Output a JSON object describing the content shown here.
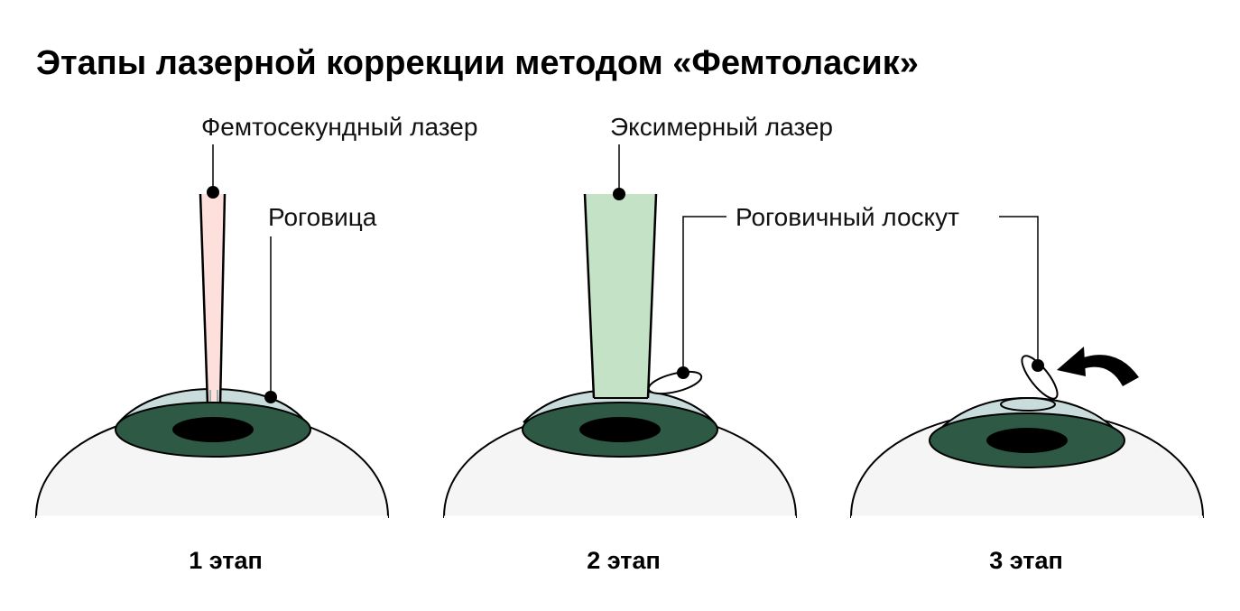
{
  "title": "Этапы лазерной коррекции методом «Фемтоласик»",
  "labels": {
    "femto_laser": "Фемтосекундный лазер",
    "cornea": "Роговица",
    "excimer_laser": "Эксимерный лазер",
    "corneal_flap": "Роговичный лоскут"
  },
  "stages": [
    {
      "label": "1 этап"
    },
    {
      "label": "2 этап"
    },
    {
      "label": "3 этап"
    }
  ],
  "colors": {
    "femto_beam": "#fde0dc",
    "excimer_beam": "#c3e2c6",
    "cornea": "#c9dcdc",
    "iris": "#2e5a45",
    "pupil": "#000000",
    "eyeball": "#f5f5f5"
  }
}
